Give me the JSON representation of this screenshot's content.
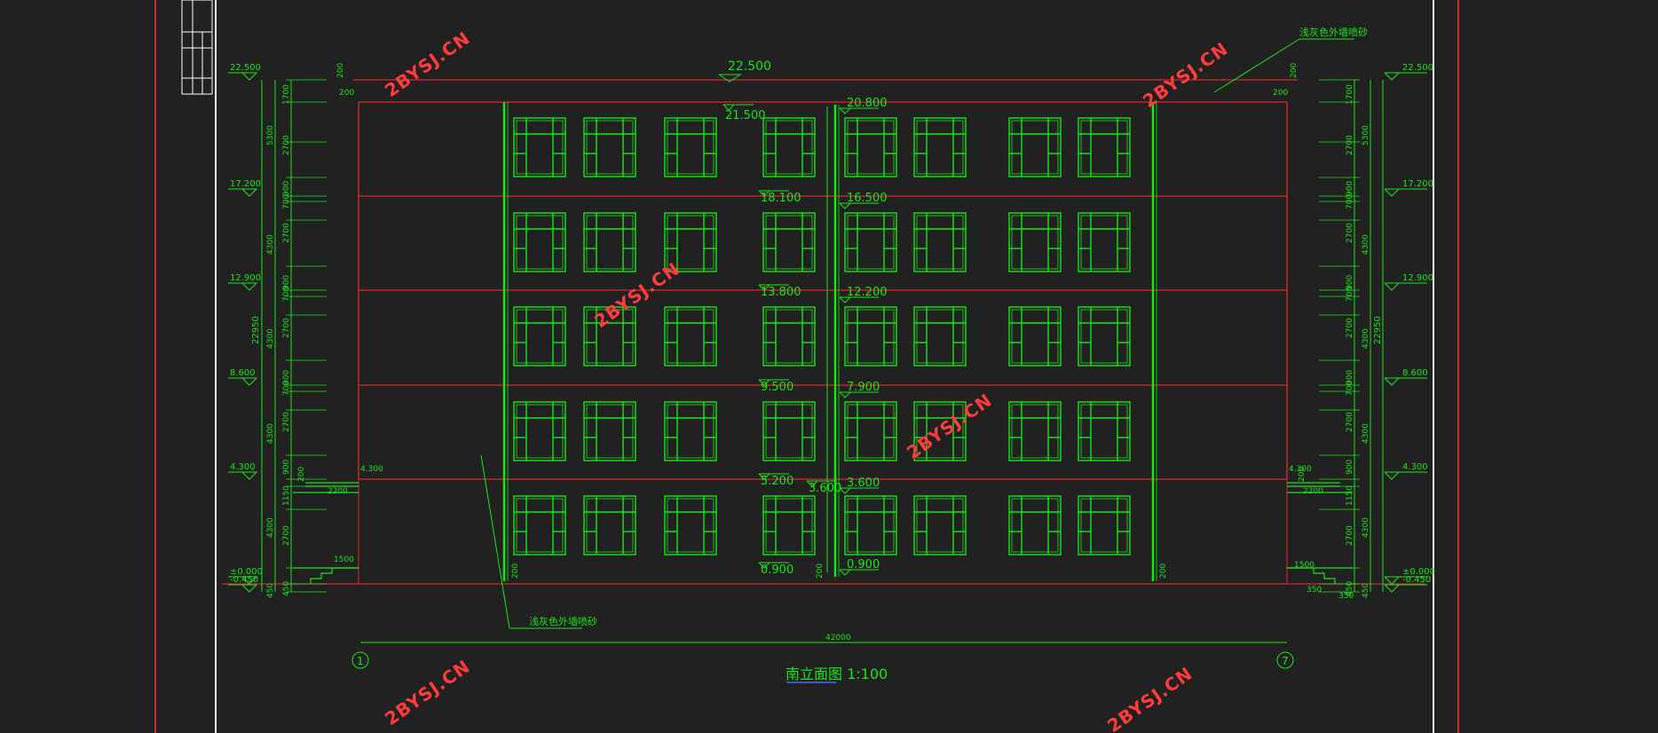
{
  "drawing": {
    "title": "南立面图 1:100",
    "material_note_top": "浅灰色外墙喷砂",
    "material_note_bottom": "浅灰色外墙喷砂",
    "overall_dimension": "42000",
    "axis_labels": [
      "1",
      "7"
    ]
  },
  "elevations": {
    "outer_levels": [
      "22.500",
      "17.200",
      "12.900",
      "8.600",
      "4.300",
      "±0.000",
      "-0.450"
    ],
    "floor_dims": [
      "5300",
      "4300",
      "4300",
      "4300",
      "4300",
      "450"
    ],
    "sub_dims": [
      "1700",
      "2700",
      "900",
      "700",
      "2700",
      "900",
      "700",
      "2700",
      "900",
      "700",
      "2700",
      "900",
      "1150",
      "2700",
      "450"
    ],
    "total_height": "22950",
    "roof_level": "22.500",
    "left_stair_levels": [
      "21.500",
      "18.100",
      "13.800",
      "9.500",
      "5.200",
      "3.600",
      "0.900"
    ],
    "right_stair_levels": [
      "20.800",
      "16.500",
      "12.200",
      "7.900",
      "3.600",
      "0.900"
    ],
    "canopy_level": "4.300",
    "parapet_dim": "200",
    "canopy_width": "2200",
    "step_width": "1500",
    "step_dims": [
      "350",
      "350"
    ]
  },
  "watermark": "2BYSJ.CN"
}
